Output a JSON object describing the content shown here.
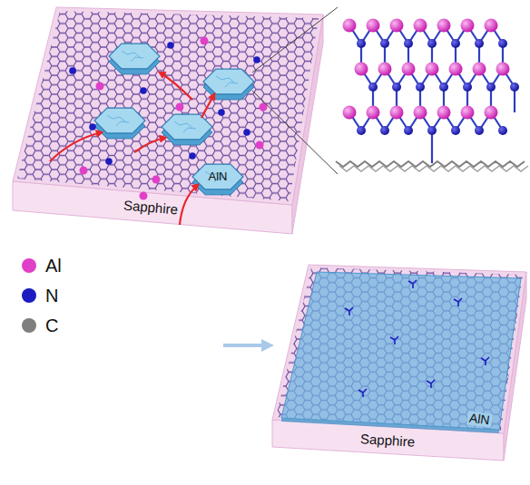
{
  "diagram": {
    "labels": [
      "AlN",
      "Sapphire",
      "AlN",
      "Sapphire"
    ],
    "legend": [
      {
        "text": "Al",
        "color": "#e040c8"
      },
      {
        "text": "N",
        "color": "#1c1cc0"
      },
      {
        "text": "C",
        "color": "#7f7f7f"
      }
    ]
  }
}
